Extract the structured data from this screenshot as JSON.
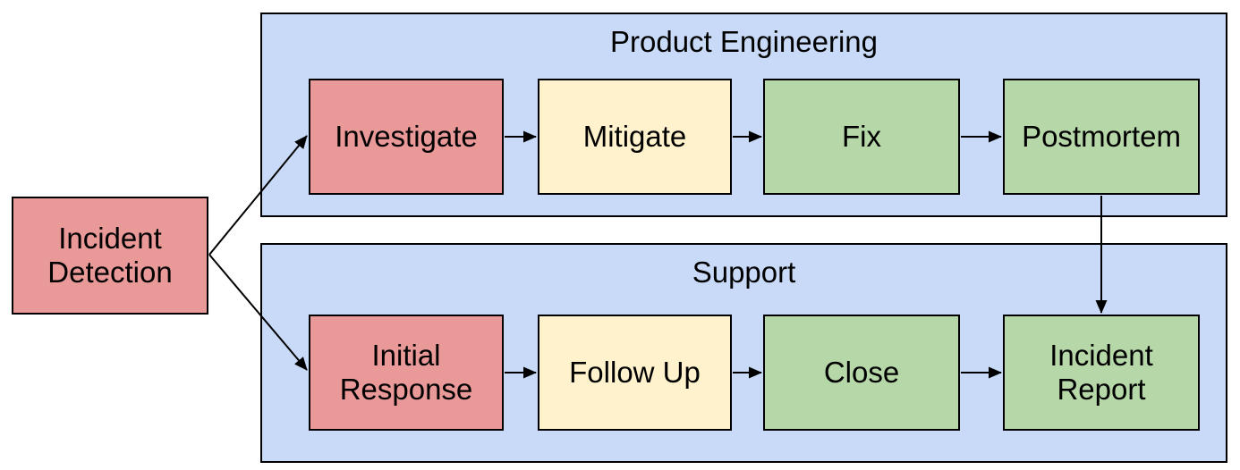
{
  "palette": {
    "lane_fill": "#C9DAF8",
    "red_fill": "#EA9999",
    "yellow_fill": "#FFF2CC",
    "green_fill": "#B6D7A8",
    "stroke": "#000000"
  },
  "source": {
    "label": "Incident\nDetection",
    "color": "red"
  },
  "lanes": [
    {
      "title": "Product Engineering",
      "steps": [
        {
          "label": "Investigate",
          "color": "red"
        },
        {
          "label": "Mitigate",
          "color": "yellow"
        },
        {
          "label": "Fix",
          "color": "green"
        },
        {
          "label": "Postmortem",
          "color": "green"
        }
      ]
    },
    {
      "title": "Support",
      "steps": [
        {
          "label": "Initial\nResponse",
          "color": "red"
        },
        {
          "label": "Follow Up",
          "color": "yellow"
        },
        {
          "label": "Close",
          "color": "green"
        },
        {
          "label": "Incident\nReport",
          "color": "green"
        }
      ]
    }
  ],
  "edges": [
    {
      "from": "Incident Detection",
      "to": "Investigate"
    },
    {
      "from": "Incident Detection",
      "to": "Initial Response"
    },
    {
      "from": "Investigate",
      "to": "Mitigate"
    },
    {
      "from": "Mitigate",
      "to": "Fix"
    },
    {
      "from": "Fix",
      "to": "Postmortem"
    },
    {
      "from": "Postmortem",
      "to": "Incident Report"
    },
    {
      "from": "Initial Response",
      "to": "Follow Up"
    },
    {
      "from": "Follow Up",
      "to": "Close"
    },
    {
      "from": "Close",
      "to": "Incident Report"
    }
  ]
}
